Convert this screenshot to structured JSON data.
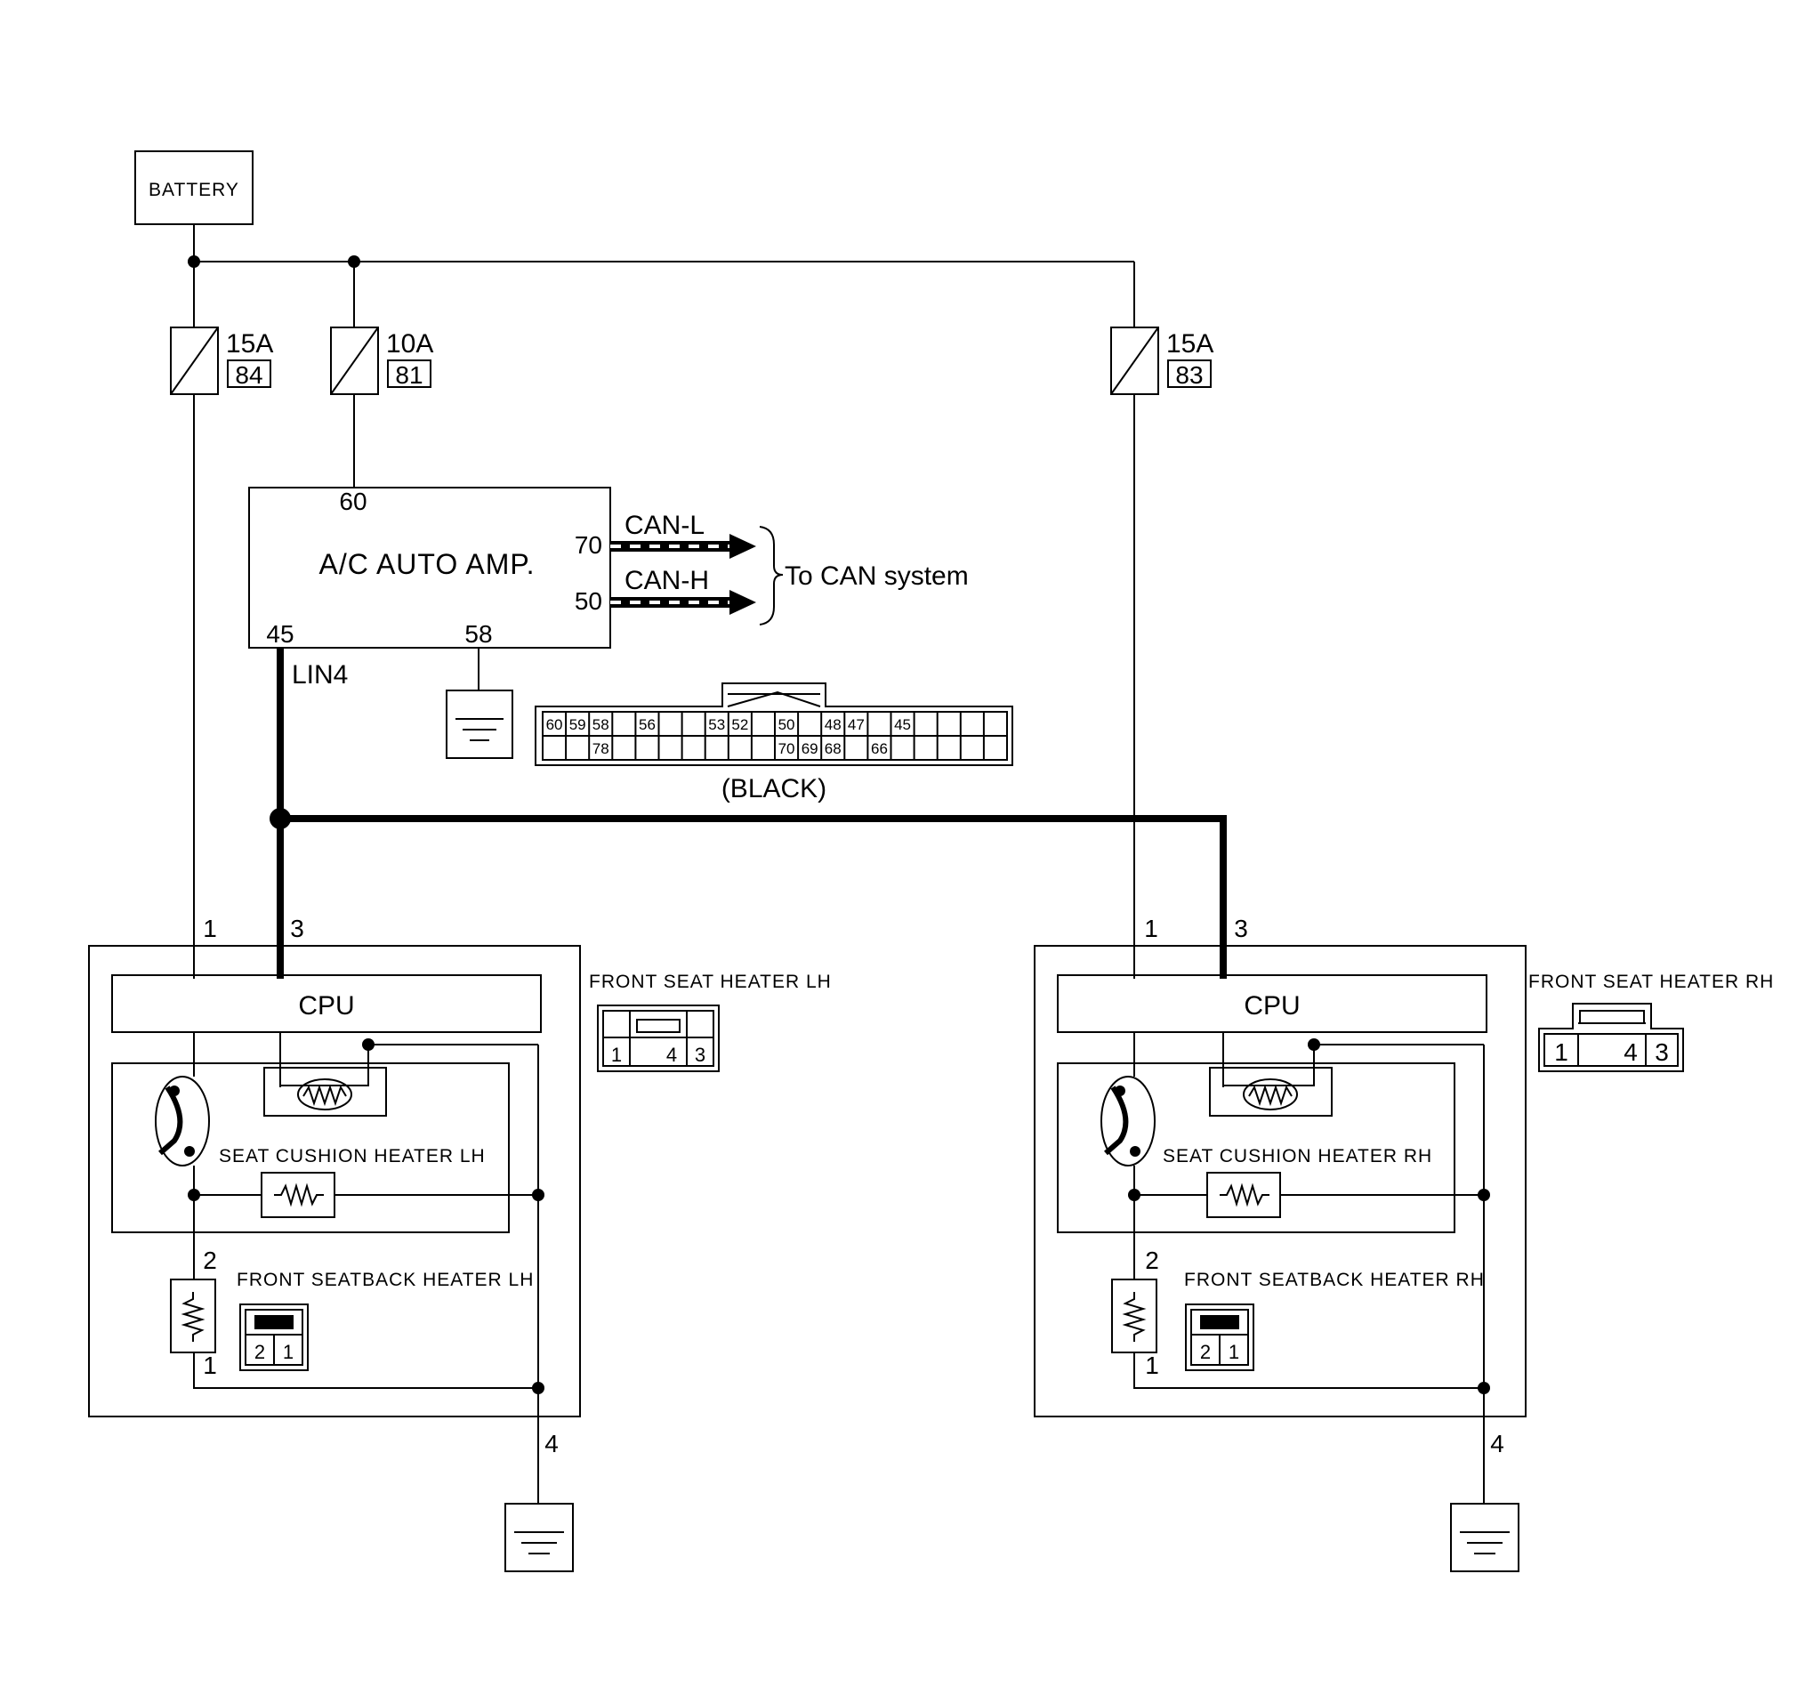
{
  "battery": {
    "label": "BATTERY"
  },
  "fuses": [
    {
      "rating": "15A",
      "number": "84"
    },
    {
      "rating": "10A",
      "number": "81"
    },
    {
      "rating": "15A",
      "number": "83"
    }
  ],
  "ac_amp": {
    "label": "A/C AUTO AMP.",
    "pins": {
      "power": "60",
      "can_l": "70",
      "can_h": "50",
      "lin": "45",
      "ground": "58"
    },
    "can_l_label": "CAN-L",
    "can_h_label": "CAN-H",
    "can_note": "To CAN system",
    "lin_label": "LIN4",
    "connector": {
      "top_row": [
        "60",
        "59",
        "58",
        "",
        "56",
        "",
        "",
        "53",
        "52",
        "",
        "50",
        "",
        "48",
        "47",
        "",
        "45",
        "",
        "",
        "",
        ""
      ],
      "bottom_row": [
        "",
        "",
        "78",
        "",
        "",
        "",
        "",
        "",
        "",
        "",
        "70",
        "69",
        "68",
        "",
        "66",
        "",
        "",
        "",
        "",
        ""
      ],
      "color": "(BLACK)"
    }
  },
  "lh": {
    "cpu_label": "CPU",
    "pin_power": "1",
    "pin_lin": "3",
    "pin_ground": "4",
    "cushion_label": "SEAT CUSHION HEATER LH",
    "seatback_label": "FRONT SEATBACK HEATER LH",
    "seatback_pin_top": "2",
    "seatback_pin_bottom": "1",
    "heater_connector_label": "FRONT SEAT HEATER LH",
    "heater_connector_pins": [
      "1",
      "",
      "4",
      "3"
    ],
    "seatback_connector_pins": [
      "2",
      "1"
    ]
  },
  "rh": {
    "cpu_label": "CPU",
    "pin_power": "1",
    "pin_lin": "3",
    "pin_ground": "4",
    "cushion_label": "SEAT CUSHION HEATER RH",
    "seatback_label": "FRONT SEATBACK HEATER RH",
    "seatback_pin_top": "2",
    "seatback_pin_bottom": "1",
    "heater_connector_label": "FRONT SEAT HEATER RH",
    "heater_connector_pins": [
      "1",
      "",
      "4",
      "3"
    ],
    "seatback_connector_pins": [
      "2",
      "1"
    ]
  }
}
